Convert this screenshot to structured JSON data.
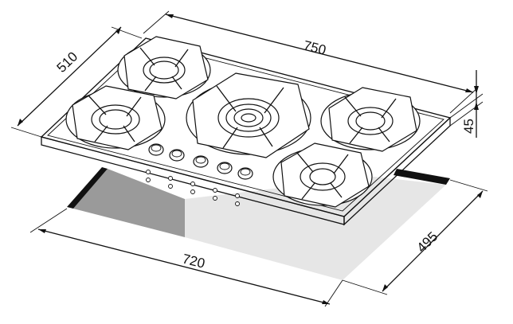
{
  "diagram": {
    "dimensions": {
      "top_width": "750",
      "top_depth": "510",
      "height": "45",
      "cutout_width": "720",
      "cutout_depth": "495"
    },
    "colors": {
      "line": "#111111",
      "cutout_dark": "#8f8f8f",
      "cutout_light": "#e4e4e4",
      "cutout_edge": "#111111"
    },
    "components": {
      "burners": 5,
      "knobs": 5
    }
  }
}
